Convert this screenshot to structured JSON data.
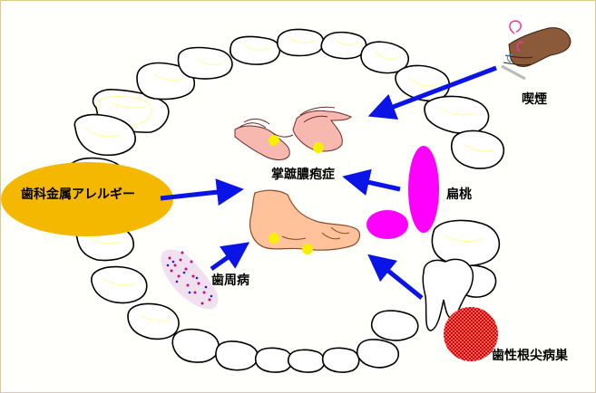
{
  "diagram": {
    "center_label": "掌蹠膿疱症",
    "causes": [
      {
        "id": "allergy",
        "label": "歯科金属アレルギー"
      },
      {
        "id": "smoking",
        "label": "喫煙"
      },
      {
        "id": "tonsil",
        "label": "扁桃"
      },
      {
        "id": "perio",
        "label": "歯周病"
      },
      {
        "id": "apical",
        "label": "歯性根尖病巣"
      }
    ]
  },
  "colors": {
    "arrow": "#0a14e6",
    "allergy_fill": "#f5b800",
    "tonsil_fill": "#ff00ff",
    "apical_fill": "#e00000",
    "pustule": "#f5f000",
    "skin_hand": "#f7b8b0",
    "skin_foot": "#ffc29a",
    "tooth_outline": "#000000",
    "tooth_inner": "#ffff99"
  },
  "icons": [
    "hand-with-cigarette-icon",
    "palms-icon",
    "foot-icon",
    "molar-tooth-icon",
    "gum-plaque-icon"
  ]
}
